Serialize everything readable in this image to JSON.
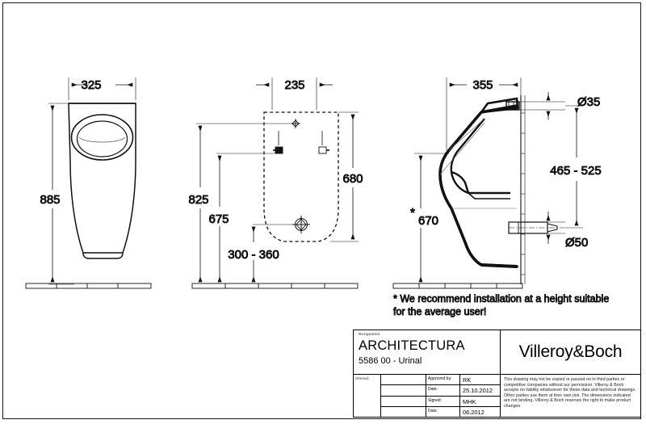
{
  "document": {
    "type": "technical-drawing",
    "sheet_size": "800x525"
  },
  "views": {
    "front": {
      "name": "front-elevation",
      "dimensions": {
        "width": "325",
        "height": "885"
      }
    },
    "rear": {
      "name": "rear-mounting-plan",
      "dimensions": {
        "width": "235",
        "height_outline": "680",
        "top_fixing": "825",
        "mid_fixing": "675",
        "range_low": "300 - 360"
      }
    },
    "side": {
      "name": "side-section",
      "dimensions": {
        "depth": "355",
        "inlet_dia": "Ø35",
        "outlet_dia": "Ø50",
        "outlet_range": "465 - 525",
        "rim_height": "670",
        "rim_height_marker": "*"
      }
    }
  },
  "footnote": {
    "line1": "* We recommend installation at a height suitable",
    "line2": "for the average user!"
  },
  "title_block": {
    "designation_label": "Designation",
    "product_name": "ARCHITECTURA",
    "product_code": "5586 00 - Urinal",
    "brand": "Villeroy&Boch",
    "altered_label": "Altered:",
    "fields": [
      {
        "key": "Approved by:",
        "value": "RK"
      },
      {
        "key": "Date:",
        "value": "25.10.2012"
      },
      {
        "key": "Signed:",
        "value": "MHK"
      },
      {
        "key": "Date:",
        "value": "06.2012"
      }
    ],
    "disclaimer": "This drawing may not be copied or passed on to third parties or competitive companies without our permission. Villeroy & Boch accepts no liability whatsoever for these data and technical drawings. Other parties use them at their own risk. The dimensions indicated are not binding. Villeroy & Boch reserves the right to make product changes."
  },
  "colors": {
    "line": "#111111",
    "paper": "#ffffff",
    "border": "#1a1a1a"
  }
}
